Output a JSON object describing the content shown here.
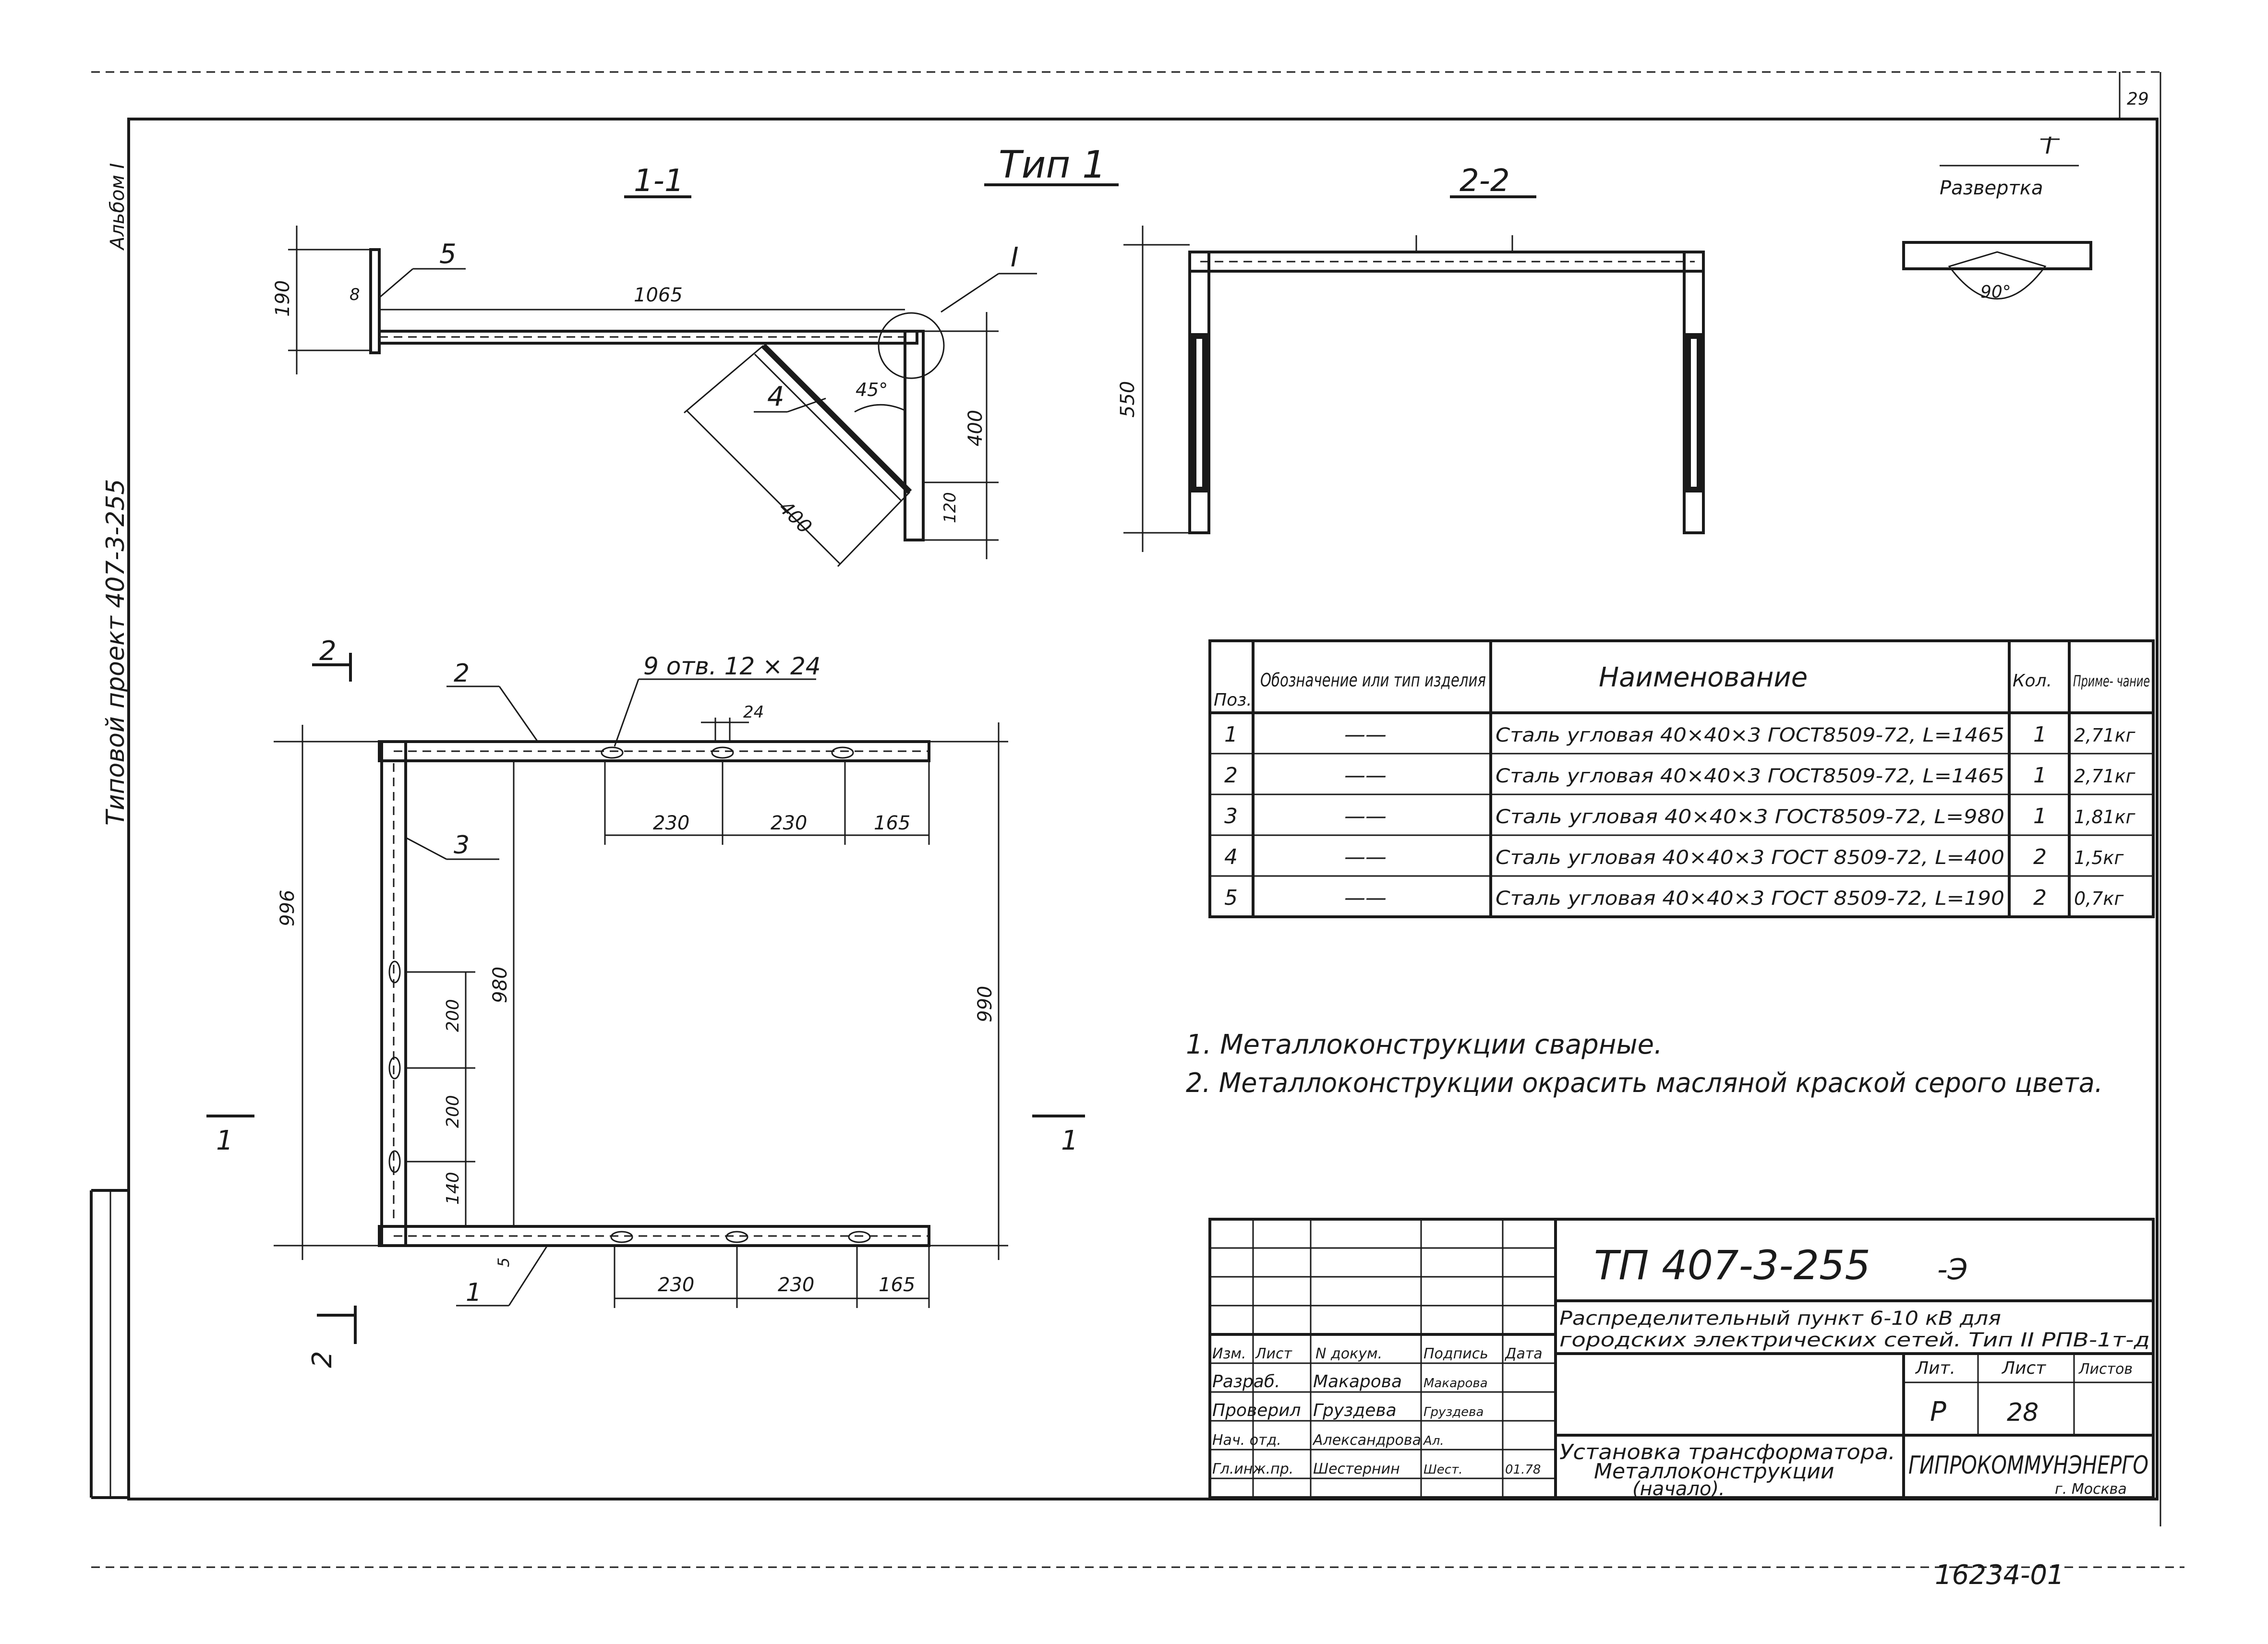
{
  "sheet": {
    "page_number": "29",
    "album_note": "Альбом I",
    "project_note": "Типовой проект 407-3-255",
    "archive_number": "16234-01"
  },
  "views": {
    "type_title": "Тип 1",
    "section_1_label": "1-1",
    "section_2_label": "2-2",
    "detail_label": "I",
    "detail_caption": "Развертка",
    "detail_angle": "90°",
    "section1_dims": {
      "height": "190",
      "thickness": "8",
      "length": "1065",
      "pos_5": "5",
      "pos_4": "4",
      "detail_ref": "I",
      "angle": "45°",
      "vert_400": "400",
      "diag_400": "400",
      "bottom_120": "120"
    },
    "section2_dims": {
      "height": "550"
    },
    "plan": {
      "cut_2_top": "2",
      "cut_2_bottom": "2",
      "cut_1_left": "1",
      "cut_1_right": "1",
      "pos_2": "2",
      "pos_3": "3",
      "pos_1": "1",
      "holes_note": "9 отв. 12 × 24",
      "hole_24": "24",
      "top_dims": [
        "230",
        "230",
        "165"
      ],
      "bottom_dims": [
        "230",
        "230",
        "165"
      ],
      "left_996": "996",
      "inner_980": "980",
      "right_990": "990",
      "vert_dims": [
        "200",
        "200",
        "140"
      ],
      "small_5": "5"
    }
  },
  "spec_table": {
    "headers": {
      "pos": "Поз.",
      "designation": "Обозначение или тип изделия",
      "name": "Наименование",
      "qty": "Кол.",
      "note": "Приме- чание"
    },
    "rows": [
      {
        "pos": "1",
        "designation": "——",
        "name": "Сталь угловая 40×40×3 ГОСТ8509-72, L=1465",
        "qty": "1",
        "note": "2,71кг"
      },
      {
        "pos": "2",
        "designation": "——",
        "name": "Сталь угловая 40×40×3 ГОСТ8509-72, L=1465",
        "qty": "1",
        "note": "2,71кг"
      },
      {
        "pos": "3",
        "designation": "——",
        "name": "Сталь угловая 40×40×3 ГОСТ8509-72, L=980",
        "qty": "1",
        "note": "1,81кг"
      },
      {
        "pos": "4",
        "designation": "——",
        "name": "Сталь угловая 40×40×3 ГОСТ 8509-72, L=400",
        "qty": "2",
        "note": "1,5кг"
      },
      {
        "pos": "5",
        "designation": "——",
        "name": "Сталь угловая 40×40×3 ГОСТ 8509-72, L=190",
        "qty": "2",
        "note": "0,7кг"
      }
    ]
  },
  "notes": [
    "1. Металлоконструкции сварные.",
    "2. Металлоконструкции окрасить масляной краской серого цвета."
  ],
  "title_block": {
    "doc_code": "ТП 407-3-255",
    "doc_suffix": "-Э",
    "project_title_1": "Распределительный пункт 6-10 кВ для",
    "project_title_2": "городских электрических сетей. Тип II РПВ-1т-д",
    "col_headers": [
      "Изм.",
      "Лист",
      "N докум.",
      "Подпись",
      "Дата"
    ],
    "roles": [
      {
        "role": "Разраб.",
        "name": "Макарова",
        "sign": "Макарова"
      },
      {
        "role": "Проверил",
        "name": "Груздева",
        "sign": "Груздева"
      },
      {
        "role": "Нач. отд.",
        "name": "Александрова",
        "sign": "Ал.",
        "date": ""
      },
      {
        "role": "Гл.инж.пр.",
        "name": "Шестернин",
        "sign": "Шест.",
        "date": "01.78"
      }
    ],
    "stage_label": "Лит.",
    "sheet_label": "Лист",
    "sheets_label": "Листов",
    "stage": "Р",
    "sheet": "28",
    "drawing_title_1": "Установка трансформатора.",
    "drawing_title_2": "Металлоконструкции",
    "drawing_title_3": "(начало).",
    "org": "ГИПРОКОММУНЭНЕРГО",
    "city": "г. Москва"
  }
}
